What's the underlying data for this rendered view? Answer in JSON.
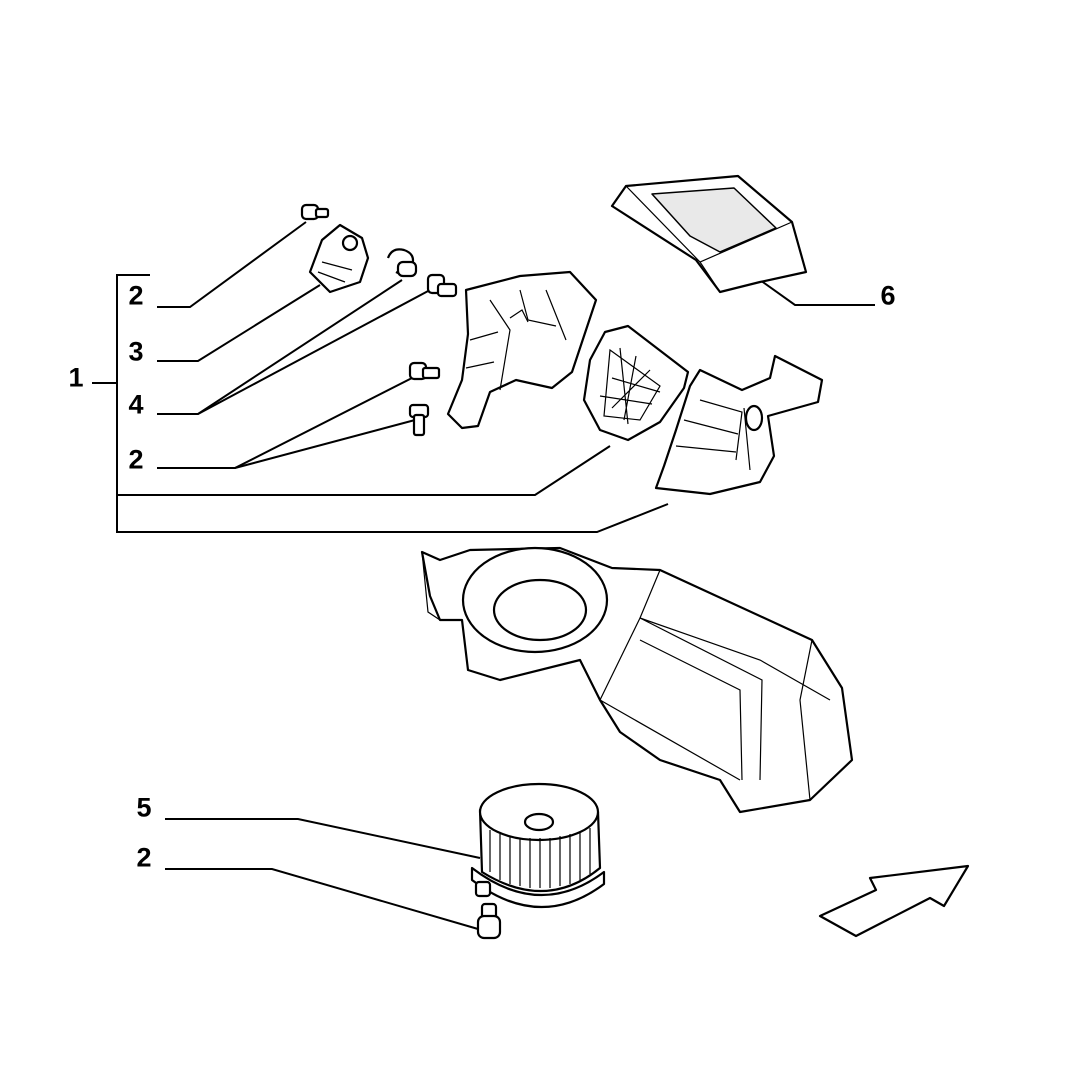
{
  "callouts": {
    "c1": "1",
    "c2a": "2",
    "c3": "3",
    "c4": "4",
    "c2b": "2",
    "c5": "5",
    "c2c": "2",
    "c6": "6"
  },
  "colors": {
    "ink": "#000000",
    "paper": "#ffffff"
  }
}
